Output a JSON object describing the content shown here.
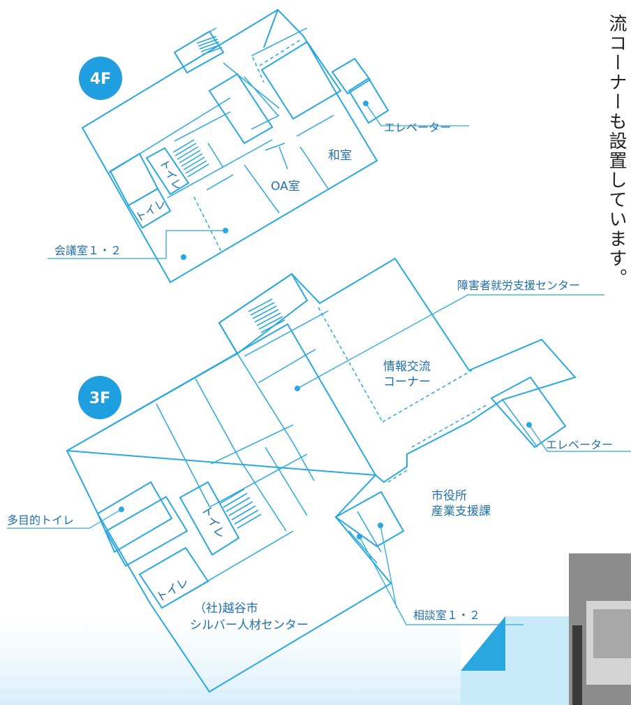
{
  "side_text": "流コーナーも設置しています。",
  "floor4": {
    "badge": "4F",
    "labels": {
      "elevator": "エレベーター",
      "japanese_room": "和室",
      "oa_room": "OA室",
      "toilet_a": "トイレ",
      "toilet_b": "トイレ",
      "meeting_room": "会議室１・２"
    }
  },
  "floor3": {
    "badge": "3F",
    "labels": {
      "disability_support": "障害者就労支援センター",
      "info_line1": "情報交流",
      "info_line2": "コーナー",
      "elevator": "エレベーター",
      "multi_toilet": "多目的トイレ",
      "city_line1": "市役所",
      "city_line2": "産業支援課",
      "toilet_a": "トイレ",
      "toilet_b": "トイレ",
      "silver_line1": "（社)越谷市",
      "silver_line2": "シルバー人材センター",
      "consult_room": "相談室１・２"
    }
  },
  "colors": {
    "line": "#29a8e0",
    "badge": "#1f9fe0",
    "text": "#1f6fb0"
  }
}
